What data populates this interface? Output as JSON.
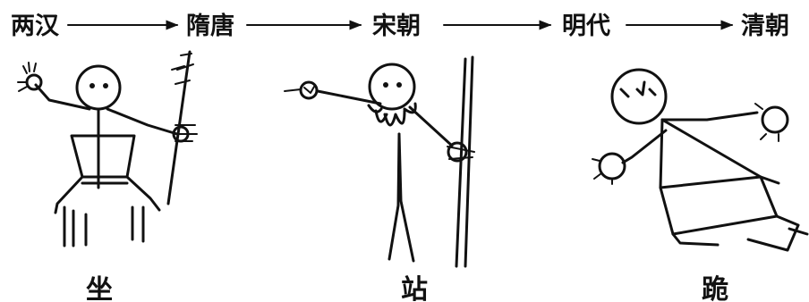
{
  "timeline": {
    "dynasties": [
      "两汉",
      "隋唐",
      "宋朝",
      "明代",
      "清朝"
    ]
  },
  "figures": {
    "sit_label": "坐",
    "stand_label": "站",
    "kneel_label": "跪"
  }
}
